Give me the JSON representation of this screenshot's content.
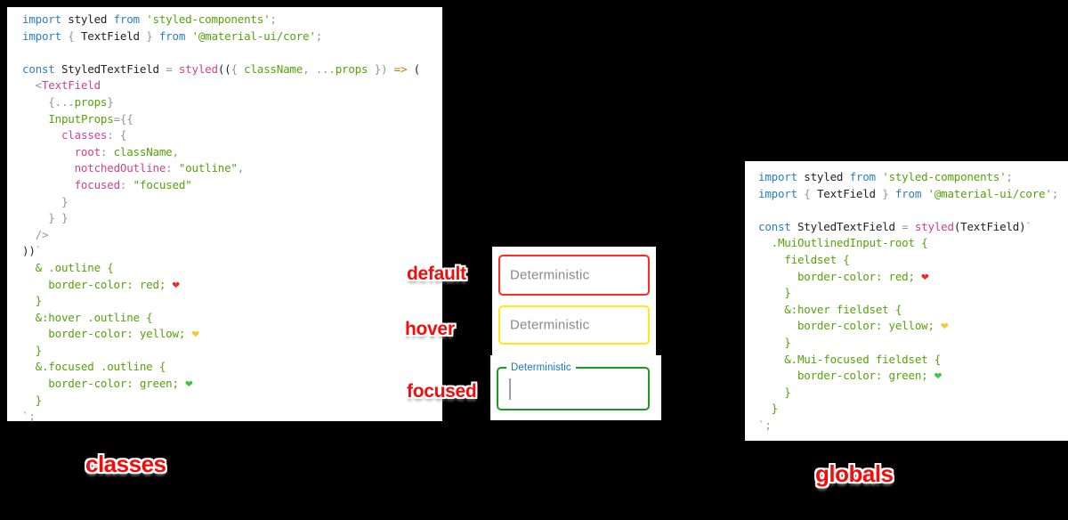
{
  "captions": {
    "classes": "classes",
    "globals": "globals"
  },
  "labels": {
    "default": "default",
    "hover": "hover",
    "focused": "focused"
  },
  "demo": {
    "placeholder": "Deterministic",
    "focused_label": "Deterministic",
    "fields": {
      "default": {
        "border": "#ff2a23"
      },
      "hover": {
        "border": "#ffe81a"
      },
      "focused": {
        "border": "#1a9a1e"
      }
    }
  },
  "colors": {
    "keyword": "#2b7fbf",
    "string": "#55a30a",
    "property": "#d2428d",
    "punctuation": "#949494",
    "arrow": "#c07b00",
    "heart_red": "#ee2a24",
    "heart_yellow": "#f7c635",
    "heart_green": "#3ec43e",
    "label_red": "#f20d0d",
    "focused_label_blue": "#1976d2"
  },
  "panels": {
    "classes": {
      "code": [
        [
          [
            "import ",
            "kw"
          ],
          [
            "styled ",
            "id"
          ],
          [
            "from ",
            "kw"
          ],
          [
            "'styled-components'",
            "str"
          ],
          [
            ";",
            "pun"
          ]
        ],
        [
          [
            "import ",
            "kw"
          ],
          [
            "{ ",
            "pun"
          ],
          [
            "TextField ",
            "id"
          ],
          [
            "} ",
            "pun"
          ],
          [
            "from ",
            "kw"
          ],
          [
            "'@material-ui/core'",
            "str"
          ],
          [
            ";",
            "pun"
          ]
        ],
        [],
        [
          [
            "const ",
            "kw"
          ],
          [
            "StyledTextField ",
            "id"
          ],
          [
            "= ",
            "pun"
          ],
          [
            "styled",
            "pink"
          ],
          [
            "((",
            "id"
          ],
          [
            "{ ",
            "pun"
          ],
          [
            "className",
            "grn"
          ],
          [
            ", ",
            "pun"
          ],
          [
            "...",
            "pun"
          ],
          [
            "props ",
            "grn"
          ],
          [
            "}) ",
            "pun"
          ],
          [
            "=> ",
            "orn"
          ],
          [
            "(",
            "id"
          ]
        ],
        [
          [
            "  <",
            "pun"
          ],
          [
            "TextField",
            "pink"
          ]
        ],
        [
          [
            "    {...",
            "pun"
          ],
          [
            "props",
            "grn"
          ],
          [
            "}",
            "pun"
          ]
        ],
        [
          [
            "    ",
            "pun"
          ],
          [
            "InputProps",
            "grn"
          ],
          [
            "={{",
            "pun"
          ]
        ],
        [
          [
            "      ",
            "pun"
          ],
          [
            "classes",
            "pink"
          ],
          [
            ": {",
            "pun"
          ]
        ],
        [
          [
            "        ",
            "pun"
          ],
          [
            "root",
            "pink"
          ],
          [
            ": ",
            "pun"
          ],
          [
            "className",
            "grn"
          ],
          [
            ",",
            "pun"
          ]
        ],
        [
          [
            "        ",
            "pun"
          ],
          [
            "notchedOutline",
            "pink"
          ],
          [
            ": ",
            "pun"
          ],
          [
            "\"outline\"",
            "str"
          ],
          [
            ",",
            "pun"
          ]
        ],
        [
          [
            "        ",
            "pun"
          ],
          [
            "focused",
            "pink"
          ],
          [
            ": ",
            "pun"
          ],
          [
            "\"focused\"",
            "str"
          ]
        ],
        [
          [
            "      }",
            "pun"
          ]
        ],
        [
          [
            "    } }",
            "pun"
          ]
        ],
        [
          [
            "  />",
            "pun"
          ]
        ],
        [
          [
            "))",
            "id"
          ],
          [
            "`",
            "pun"
          ]
        ],
        [
          [
            "  & .outline {",
            "grn"
          ]
        ],
        [
          [
            "    border-color: red; ",
            "grn"
          ],
          [
            "❤",
            "em-red"
          ]
        ],
        [
          [
            "  }",
            "grn"
          ]
        ],
        [
          [
            "  &:hover .outline {",
            "grn"
          ]
        ],
        [
          [
            "    border-color: yellow; ",
            "grn"
          ],
          [
            "❤",
            "em-yellow"
          ]
        ],
        [
          [
            "  }",
            "grn"
          ]
        ],
        [
          [
            "  &.focused .outline {",
            "grn"
          ]
        ],
        [
          [
            "    border-color: green; ",
            "grn"
          ],
          [
            "❤",
            "em-green"
          ]
        ],
        [
          [
            "  }",
            "grn"
          ]
        ],
        [
          [
            "`;",
            "pun"
          ]
        ]
      ]
    },
    "globals": {
      "code": [
        [
          [
            "import ",
            "kw"
          ],
          [
            "styled ",
            "id"
          ],
          [
            "from ",
            "kw"
          ],
          [
            "'styled-components'",
            "str"
          ],
          [
            ";",
            "pun"
          ]
        ],
        [
          [
            "import ",
            "kw"
          ],
          [
            "{ ",
            "pun"
          ],
          [
            "TextField ",
            "id"
          ],
          [
            "} ",
            "pun"
          ],
          [
            "from ",
            "kw"
          ],
          [
            "'@material-ui/core'",
            "str"
          ],
          [
            ";",
            "pun"
          ]
        ],
        [],
        [
          [
            "const ",
            "kw"
          ],
          [
            "StyledTextField ",
            "id"
          ],
          [
            "= ",
            "pun"
          ],
          [
            "styled",
            "pink"
          ],
          [
            "(",
            "id"
          ],
          [
            "TextField",
            "id"
          ],
          [
            ")",
            "id"
          ],
          [
            "`",
            "pun"
          ]
        ],
        [
          [
            "  .MuiOutlinedInput-root {",
            "grn"
          ]
        ],
        [
          [
            "    fieldset {",
            "grn"
          ]
        ],
        [
          [
            "      border-color: red; ",
            "grn"
          ],
          [
            "❤",
            "em-red"
          ]
        ],
        [
          [
            "    }",
            "grn"
          ]
        ],
        [
          [
            "    &:hover fieldset {",
            "grn"
          ]
        ],
        [
          [
            "      border-color: yellow; ",
            "grn"
          ],
          [
            "❤",
            "em-yellow"
          ]
        ],
        [
          [
            "    }",
            "grn"
          ]
        ],
        [
          [
            "    &.Mui-focused fieldset {",
            "grn"
          ]
        ],
        [
          [
            "      border-color: green; ",
            "grn"
          ],
          [
            "❤",
            "em-green"
          ]
        ],
        [
          [
            "    }",
            "grn"
          ]
        ],
        [
          [
            "  }",
            "grn"
          ]
        ],
        [
          [
            "`;",
            "pun"
          ]
        ]
      ]
    }
  }
}
